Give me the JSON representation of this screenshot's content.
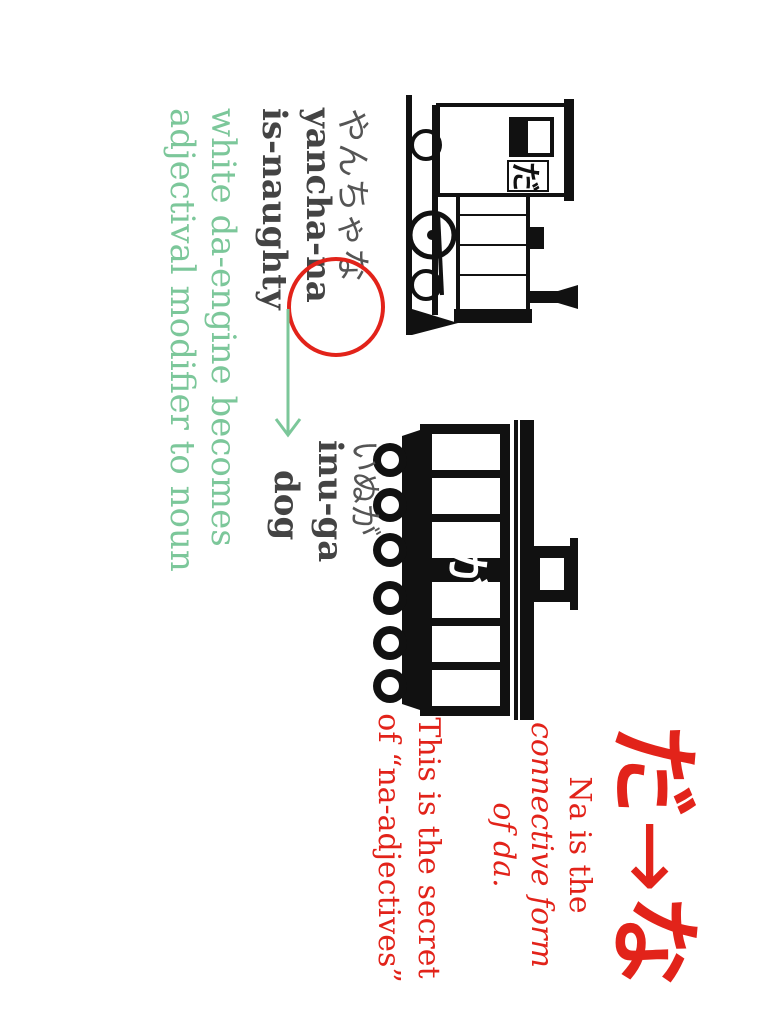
{
  "colors": {
    "red": "#e2231a",
    "green": "#7cc79a",
    "gray": "#444444",
    "black": "#111111"
  },
  "locomotive": {
    "plate": "だ",
    "kana": "やんちゃな",
    "romaji": "yancha-na",
    "gloss": "is-naughty"
  },
  "car": {
    "plate": "が",
    "kana": "いぬが",
    "romaji": "inu-ga",
    "gloss": "dog"
  },
  "caption": {
    "line1": "white da-engine becomes",
    "line2": "adjectival modifier to noun"
  },
  "header": {
    "da": "だ",
    "arrow": "→",
    "na": "な"
  },
  "notes": {
    "note1_line1": "Na is the",
    "note1_line2": "connective form",
    "note1_line3": "of da.",
    "note2_line1": "This is the secret",
    "note2_line2": "of “na-adjectives”"
  }
}
